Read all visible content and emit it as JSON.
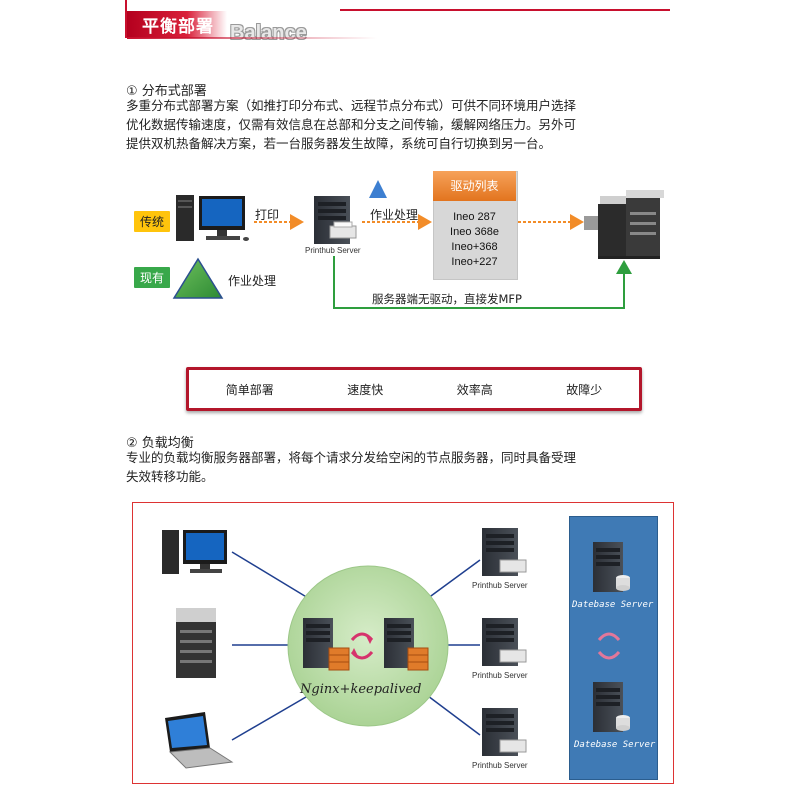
{
  "header": {
    "title": "平衡部署",
    "subtitle_en": "Balance"
  },
  "section1": {
    "title": "① 分布式部署",
    "lines": [
      "多重分布式部署方案（如推打印分布式、远程节点分布式）可供不同环境用户选择",
      "优化数据传输速度，仅需有效信息在总部和分支之间传输，缓解网络压力。另外可",
      "提供双机热备解决方案，若一台服务器发生故障，系统可自行切换到另一台。"
    ]
  },
  "diagram1": {
    "tag_traditional": "传统",
    "tag_current": "现有",
    "print_label": "打印",
    "job_label_top": "作业处理",
    "job_label_bottom": "作业处理",
    "server_label": "Printhub Server",
    "driver_list_title": "驱动列表",
    "drivers": [
      "Ineo 287",
      "Ineo 368e",
      "Ineo+368",
      "Ineo+227"
    ],
    "direct_label": "服务器端无驱动，直接发MFP"
  },
  "features": [
    "简单部署",
    "速度快",
    "效率高",
    "故障少"
  ],
  "section2": {
    "title": "② 负载均衡",
    "lines": [
      "专业的负载均衡服务器部署，将每个请求分发给空闲的节点服务器，同时具备受理",
      "失效转移功能。"
    ]
  },
  "diagram2": {
    "center_label": "Nginx+keepalived",
    "servers": [
      "Printhub Server",
      "Printhub Server",
      "Printhub Server"
    ],
    "databases": [
      "Datebase Server",
      "Datebase Server"
    ]
  },
  "colors": {
    "brand_red": "#c8102e",
    "orange_arrow": "#f28c28",
    "green_line": "#2e9e3e",
    "navy_line": "#1f3f8f",
    "db_blue": "#3f7ab5",
    "circle_green": "#b9dca6"
  }
}
